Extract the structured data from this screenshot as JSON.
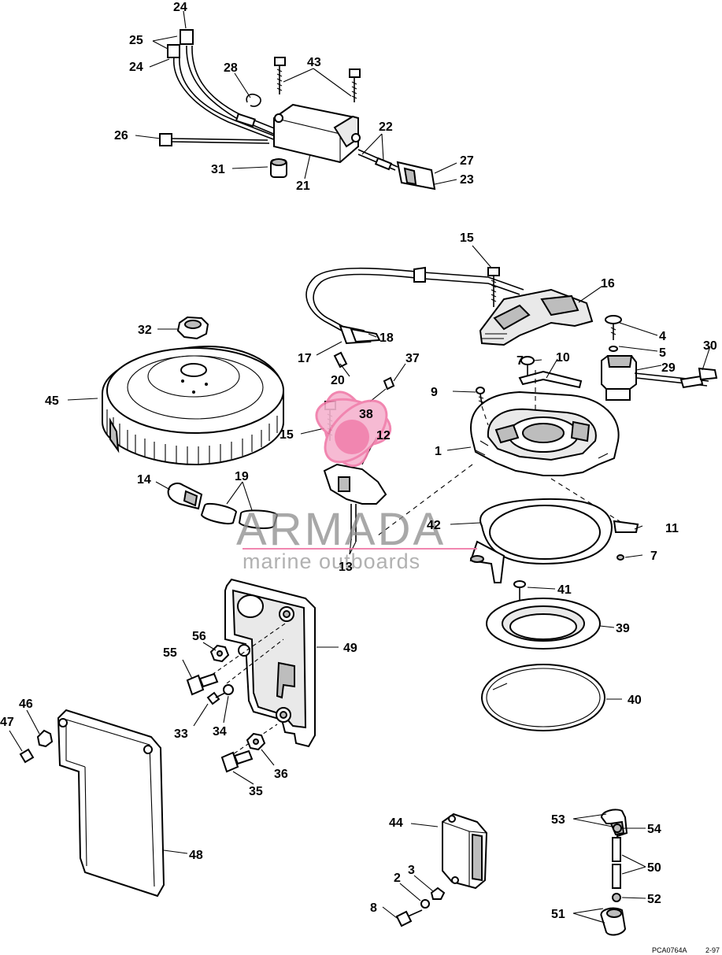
{
  "labels": [
    {
      "id": "l24a",
      "text": "24"
    },
    {
      "id": "l25",
      "text": "25"
    },
    {
      "id": "l24b",
      "text": "24"
    },
    {
      "id": "l28",
      "text": "28"
    },
    {
      "id": "l43",
      "text": "43"
    },
    {
      "id": "l26",
      "text": "26"
    },
    {
      "id": "l22",
      "text": "22"
    },
    {
      "id": "l27",
      "text": "27"
    },
    {
      "id": "l23",
      "text": "23"
    },
    {
      "id": "l31",
      "text": "31"
    },
    {
      "id": "l21",
      "text": "21"
    },
    {
      "id": "l15a",
      "text": "15"
    },
    {
      "id": "l16",
      "text": "16"
    },
    {
      "id": "l4",
      "text": "4"
    },
    {
      "id": "l5",
      "text": "5"
    },
    {
      "id": "l30",
      "text": "30"
    },
    {
      "id": "l29",
      "text": "29"
    },
    {
      "id": "l32",
      "text": "32"
    },
    {
      "id": "l18",
      "text": "18"
    },
    {
      "id": "l17",
      "text": "17"
    },
    {
      "id": "l7a",
      "text": "7"
    },
    {
      "id": "l10",
      "text": "10"
    },
    {
      "id": "l37",
      "text": "37"
    },
    {
      "id": "l20",
      "text": "20"
    },
    {
      "id": "l9",
      "text": "9"
    },
    {
      "id": "l45",
      "text": "45"
    },
    {
      "id": "l38",
      "text": "38"
    },
    {
      "id": "l15b",
      "text": "15"
    },
    {
      "id": "l12",
      "text": "12"
    },
    {
      "id": "l1",
      "text": "1"
    },
    {
      "id": "l14",
      "text": "14"
    },
    {
      "id": "l19",
      "text": "19"
    },
    {
      "id": "l42",
      "text": "42"
    },
    {
      "id": "l11",
      "text": "11"
    },
    {
      "id": "l7b",
      "text": "7"
    },
    {
      "id": "l13",
      "text": "13"
    },
    {
      "id": "l41",
      "text": "41"
    },
    {
      "id": "l39",
      "text": "39"
    },
    {
      "id": "l56",
      "text": "56"
    },
    {
      "id": "l49",
      "text": "49"
    },
    {
      "id": "l55",
      "text": "55"
    },
    {
      "id": "l40",
      "text": "40"
    },
    {
      "id": "l46",
      "text": "46"
    },
    {
      "id": "l47",
      "text": "47"
    },
    {
      "id": "l33",
      "text": "33"
    },
    {
      "id": "l34",
      "text": "34"
    },
    {
      "id": "l36",
      "text": "36"
    },
    {
      "id": "l35",
      "text": "35"
    },
    {
      "id": "l48",
      "text": "48"
    },
    {
      "id": "l53",
      "text": "53"
    },
    {
      "id": "l54",
      "text": "54"
    },
    {
      "id": "l44",
      "text": "44"
    },
    {
      "id": "l50",
      "text": "50"
    },
    {
      "id": "l3",
      "text": "3"
    },
    {
      "id": "l2",
      "text": "2"
    },
    {
      "id": "l52",
      "text": "52"
    },
    {
      "id": "l8",
      "text": "8"
    },
    {
      "id": "l51",
      "text": "51"
    }
  ],
  "watermark": {
    "brand": "ARMADA",
    "tagline": "marine outboards"
  },
  "footer": {
    "code": "PCA0764A",
    "date": "2-97"
  },
  "colors": {
    "line": "#000000",
    "watermark_pink": "#f07aa8",
    "watermark_gray": "#8f8f8f"
  }
}
